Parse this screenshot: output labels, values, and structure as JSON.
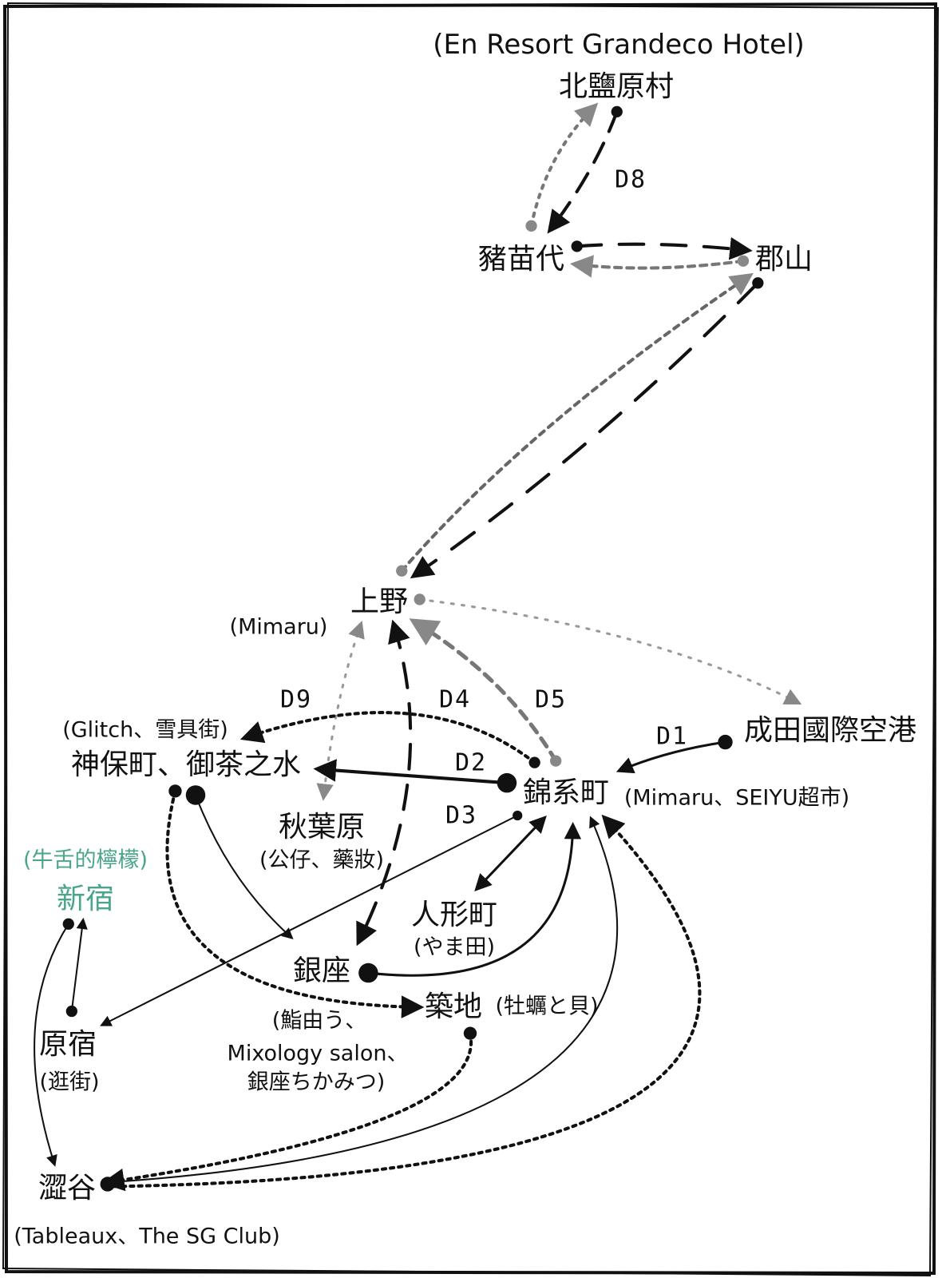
{
  "colors": {
    "ink": "#111111",
    "grey": "#808080",
    "teal": "#4aa58a"
  },
  "places": {
    "kitashiobara": {
      "name": "北鹽原村",
      "note": "(En Resort Grandeco Hotel)"
    },
    "inawashiro": {
      "name": "豬苗代"
    },
    "koriyama": {
      "name": "郡山"
    },
    "ueno": {
      "name": "上野",
      "note": "(Mimaru)"
    },
    "narita": {
      "name": "成田國際空港"
    },
    "kinshicho": {
      "name": "錦系町",
      "note": "(Mimaru、SEIYU超市)"
    },
    "jimbocho": {
      "name": "神保町、御茶之水",
      "note": "(Glitch、雪具街)"
    },
    "akihabara": {
      "name": "秋葉原",
      "note": "(公仔、藥妝)"
    },
    "shinjuku": {
      "name": "新宿",
      "note": "(牛舌的檸檬)"
    },
    "ningyocho": {
      "name": "人形町",
      "note": "(やま田)"
    },
    "ginza": {
      "name": "銀座",
      "note_lines": [
        "(鮨由う、",
        "Mixology salon、",
        "銀座ちかみつ)"
      ]
    },
    "tsukiji": {
      "name": "築地",
      "note": "(牡蠣と貝)"
    },
    "harajuku": {
      "name": "原宿",
      "note": "(逛街)"
    },
    "shibuya": {
      "name": "澀谷",
      "note": "(Tableaux、The SG Club)"
    }
  },
  "days": {
    "d1": "D1",
    "d2": "D2",
    "d3": "D3",
    "d4": "D4",
    "d5": "D5",
    "d8": "D8",
    "d9": "D9"
  }
}
